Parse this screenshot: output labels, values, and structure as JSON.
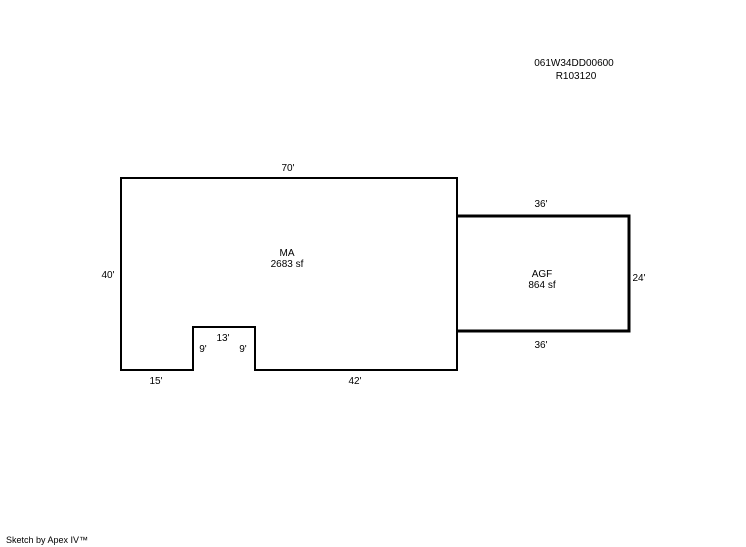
{
  "header": {
    "parcel_id": "061W34DD00600",
    "account_id": "R103120"
  },
  "areas": {
    "main": {
      "code": "MA",
      "size": "2683 sf"
    },
    "garage": {
      "code": "AGF",
      "size": "864 sf"
    }
  },
  "dimensions": {
    "main_top": "70'",
    "main_left": "40'",
    "main_bottom_left": "15'",
    "notch_left": "9'",
    "notch_top": "13'",
    "notch_right": "9'",
    "main_bottom_right": "42'",
    "garage_top": "36'",
    "garage_right": "24'",
    "garage_bottom": "36'"
  },
  "footer": {
    "credit": "Sketch by Apex IV™"
  },
  "colors": {
    "line": "#000000",
    "background": "#ffffff"
  }
}
